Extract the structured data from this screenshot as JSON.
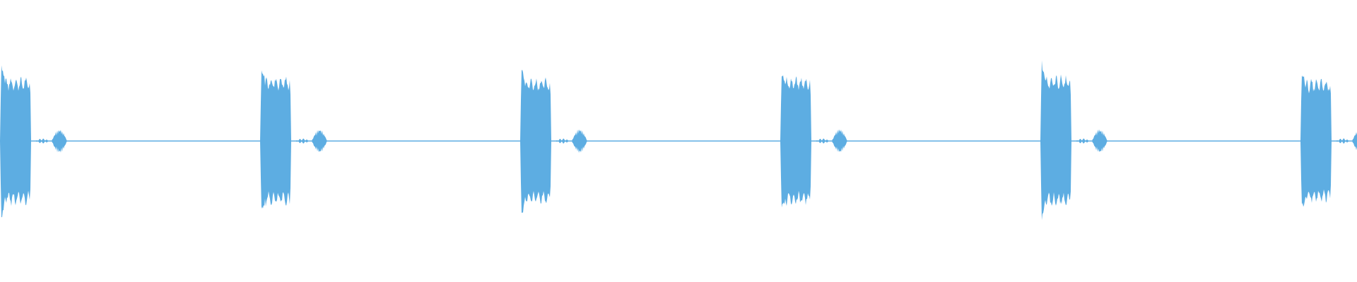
{
  "waveform": {
    "color": "#5dade2",
    "background": "#ffffff",
    "bursts": [
      {
        "peak": 0.99,
        "body": 0.8
      },
      {
        "peak": 0.87,
        "body": 0.81
      },
      {
        "peak": 0.96,
        "body": 0.79
      },
      {
        "peak": 0.86,
        "body": 0.8
      },
      {
        "peak": 1.0,
        "body": 0.82
      },
      {
        "peak": 0.86,
        "body": 0.77
      }
    ]
  }
}
